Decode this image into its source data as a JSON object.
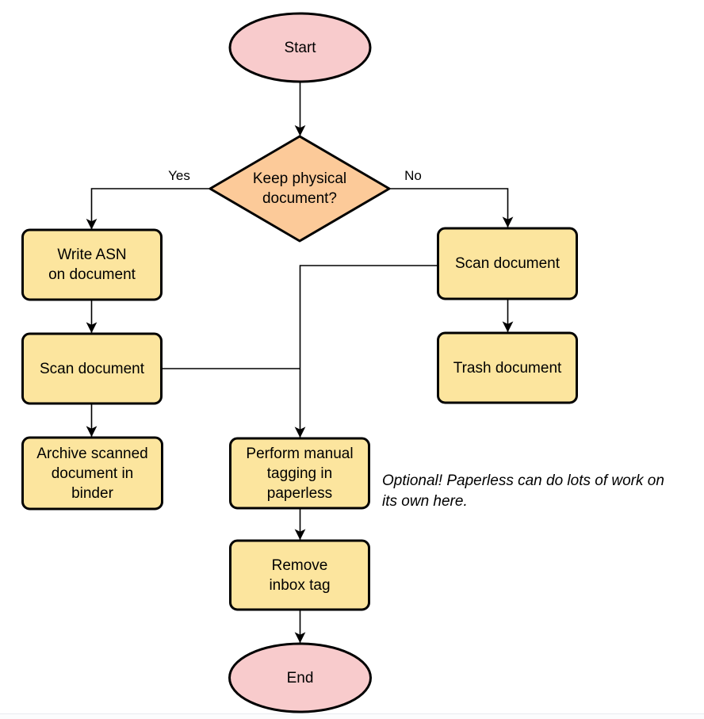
{
  "colors": {
    "terminal_fill": "#f8cbcc",
    "decision_fill": "#fcca99",
    "process_fill": "#fce59e",
    "stroke": "#000000"
  },
  "nodes": {
    "start": {
      "label": "Start"
    },
    "decision": {
      "label": "Keep physical\ndocument?"
    },
    "write_asn": {
      "label": "Write ASN\non document"
    },
    "scan_left": {
      "label": "Scan document"
    },
    "archive": {
      "label": "Archive scanned\ndocument in\nbinder"
    },
    "scan_right": {
      "label": "Scan document"
    },
    "trash": {
      "label": "Trash document"
    },
    "tagging": {
      "label": "Perform manual\ntagging in\npaperless"
    },
    "remove_inbox": {
      "label": "Remove\ninbox tag"
    },
    "end": {
      "label": "End"
    }
  },
  "edges": {
    "yes_label": "Yes",
    "no_label": "No"
  },
  "note": {
    "text": "Optional! Paperless can do lots of work on\nits own here."
  }
}
